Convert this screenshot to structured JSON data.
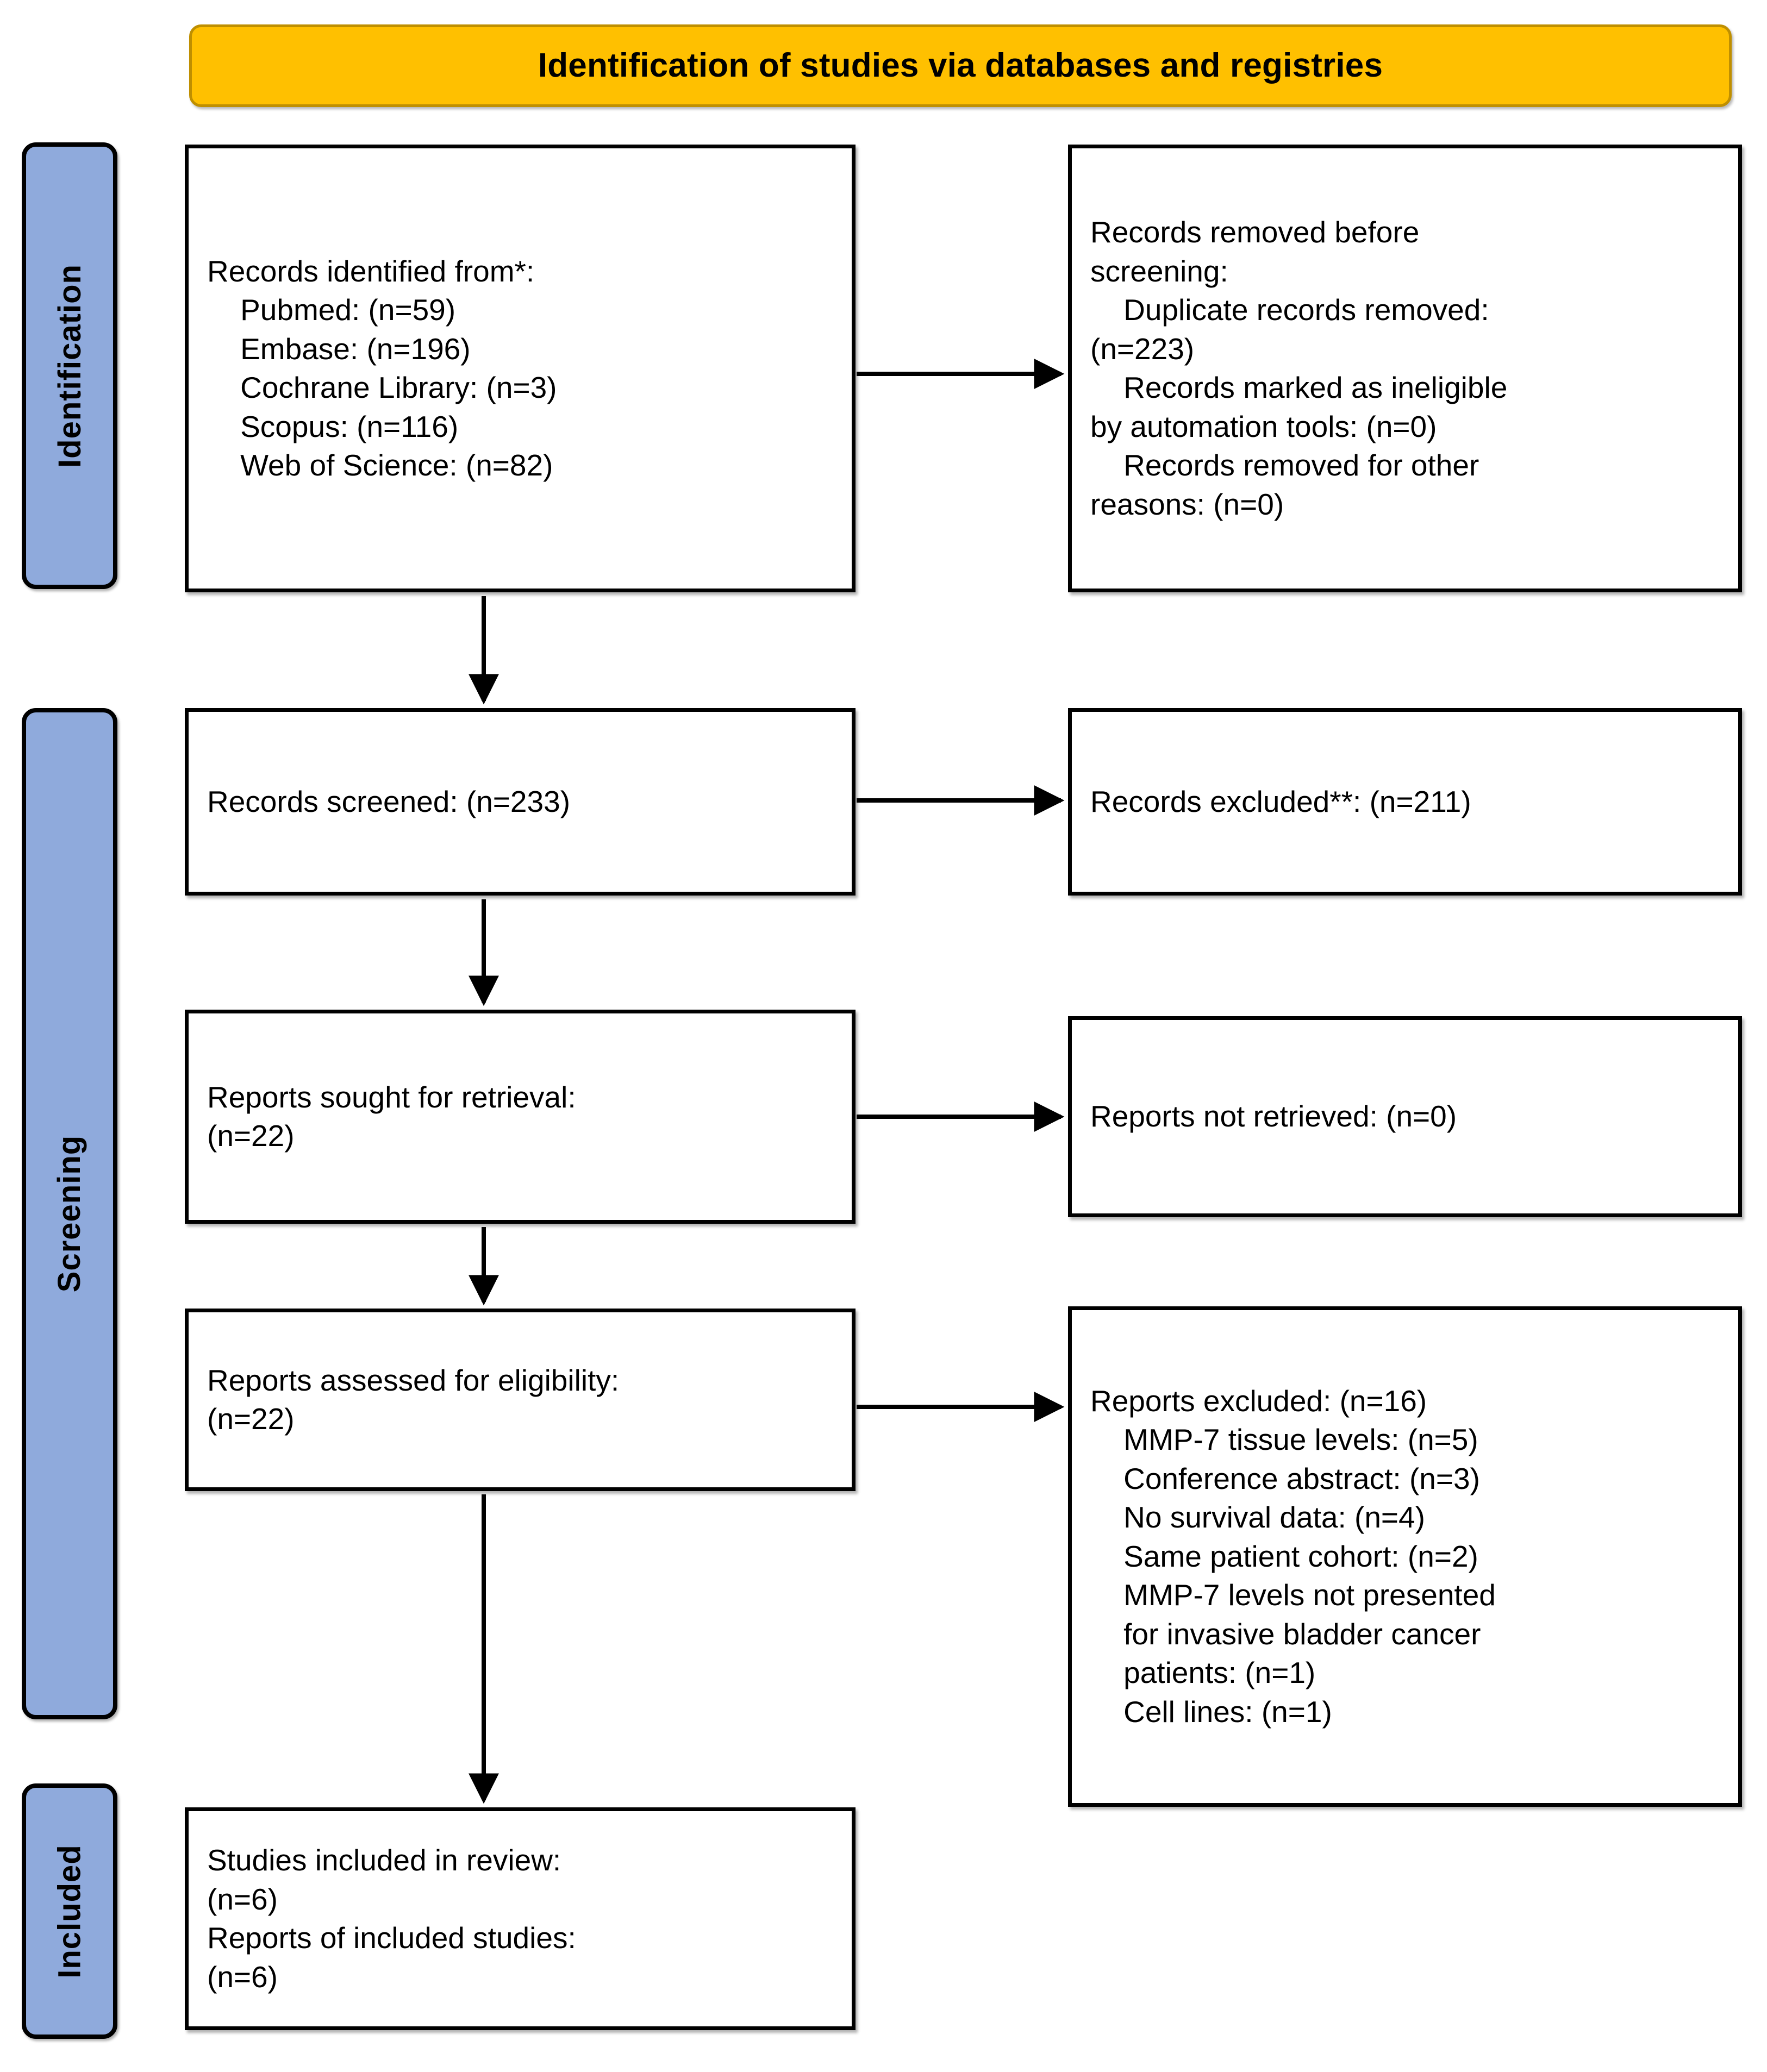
{
  "header": {
    "title": "Identification of studies via databases and registries"
  },
  "stages": [
    {
      "id": "identification",
      "label": "Identification"
    },
    {
      "id": "screening",
      "label": "Screening"
    },
    {
      "id": "included",
      "label": "Included"
    }
  ],
  "boxes": {
    "identified": "Records identified from*:\n    Pubmed: (n=59)\n    Embase: (n=196)\n    Cochrane Library: (n=3)\n    Scopus: (n=116)\n    Web of Science: (n=82)",
    "removed": "Records removed before\nscreening:\n    Duplicate records removed:\n(n=223)\n    Records marked as ineligible\nby automation tools: (n=0)\n    Records removed for other\nreasons: (n=0)",
    "screened": "Records screened: (n=233)",
    "excluded_screening": "Records excluded**: (n=211)",
    "sought": "Reports sought for retrieval:\n(n=22)",
    "not_retrieved": "Reports not retrieved: (n=0)",
    "assessed": "Reports assessed for eligibility:\n(n=22)",
    "reports_excluded": "Reports excluded: (n=16)\n    MMP-7 tissue levels: (n=5)\n    Conference abstract: (n=3)\n    No survival data: (n=4)\n    Same patient cohort: (n=2)\n    MMP-7 levels not presented\n    for invasive bladder cancer\n    patients: (n=1)\n    Cell lines: (n=1)",
    "included": "Studies included in review:\n(n=6)\nReports of included studies:\n(n=6)"
  },
  "counts": {
    "pubmed": 59,
    "embase": 196,
    "cochrane_library": 3,
    "scopus": 116,
    "web_of_science": 82,
    "duplicate_records_removed": 223,
    "marked_ineligible_by_automation": 0,
    "removed_other_reasons": 0,
    "records_screened": 233,
    "records_excluded": 211,
    "reports_sought": 22,
    "reports_not_retrieved": 0,
    "reports_assessed": 22,
    "reports_excluded_total": 16,
    "excl_mmp7_tissue_levels": 5,
    "excl_conference_abstract": 3,
    "excl_no_survival_data": 4,
    "excl_same_patient_cohort": 2,
    "excl_mmp7_not_presented_invasive": 1,
    "excl_cell_lines": 1,
    "studies_included": 6,
    "reports_of_included_studies": 6
  },
  "colors": {
    "header_fill": "#FFC000",
    "header_border": "#BF8F00",
    "stage_fill": "#8FAADC",
    "stage_border": "#000000",
    "box_fill": "#FFFFFF",
    "box_border": "#000000",
    "arrow": "#000000",
    "page_background": "#FFFFFF"
  }
}
